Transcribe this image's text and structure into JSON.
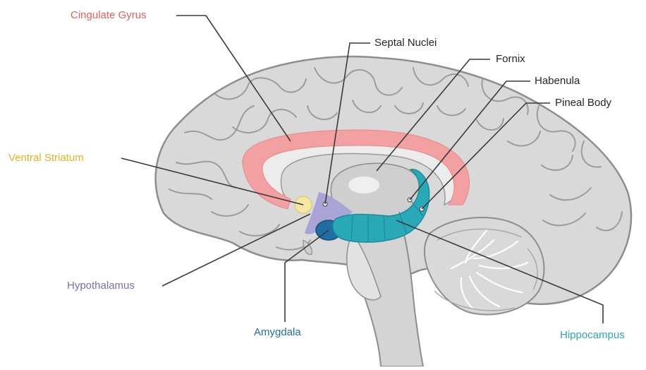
{
  "colors": {
    "brain_fill": "#d8d8d8",
    "brain_outline": "#8e8e8e",
    "leader_line": "#3a3a3a",
    "cingulate": "#f2a0a2",
    "ventral_striatum": "#f4e7a6",
    "hypothalamus": "#a9a3d6",
    "amygdala": "#1f6fa3",
    "hippocampus": "#29a9b8"
  },
  "labels": {
    "cingulate_gyrus": {
      "text": "Cingulate Gyrus",
      "color": "#e0625c"
    },
    "septal_nuclei": {
      "text": "Septal Nuclei",
      "color": "#262626"
    },
    "fornix": {
      "text": "Fornix",
      "color": "#262626"
    },
    "habenula": {
      "text": "Habenula",
      "color": "#262626"
    },
    "pineal_body": {
      "text": "Pineal Body",
      "color": "#262626"
    },
    "ventral_striatum": {
      "text": "Ventral Striatum",
      "color": "#d9b62a"
    },
    "hypothalamus": {
      "text": "Hypothalamus",
      "color": "#7a6fb5"
    },
    "amygdala": {
      "text": "Amygdala",
      "color": "#1f6fa3"
    },
    "hippocampus": {
      "text": "Hippocampus",
      "color": "#2aa6b5"
    }
  }
}
